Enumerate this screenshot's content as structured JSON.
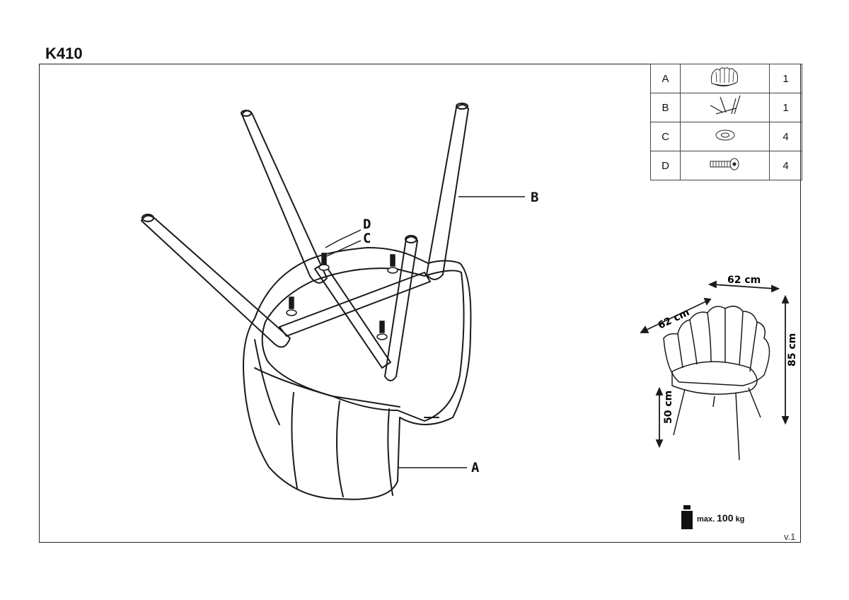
{
  "title": "K410",
  "version": "v.1",
  "parts": [
    {
      "letter": "A",
      "icon": "chair-seat-icon",
      "qty": "1"
    },
    {
      "letter": "B",
      "icon": "legs-frame-icon",
      "qty": "1"
    },
    {
      "letter": "C",
      "icon": "washer-icon",
      "qty": "4"
    },
    {
      "letter": "D",
      "icon": "bolt-icon",
      "qty": "4"
    }
  ],
  "callouts": {
    "b": "B",
    "a": "A",
    "d": "D",
    "c": "C"
  },
  "dimensions": {
    "width": "62 cm",
    "depth": "62 cm",
    "height": "85 cm",
    "seat_height": "50 cm"
  },
  "max_load": {
    "prefix": "max.",
    "value": "100",
    "unit": "kg"
  }
}
